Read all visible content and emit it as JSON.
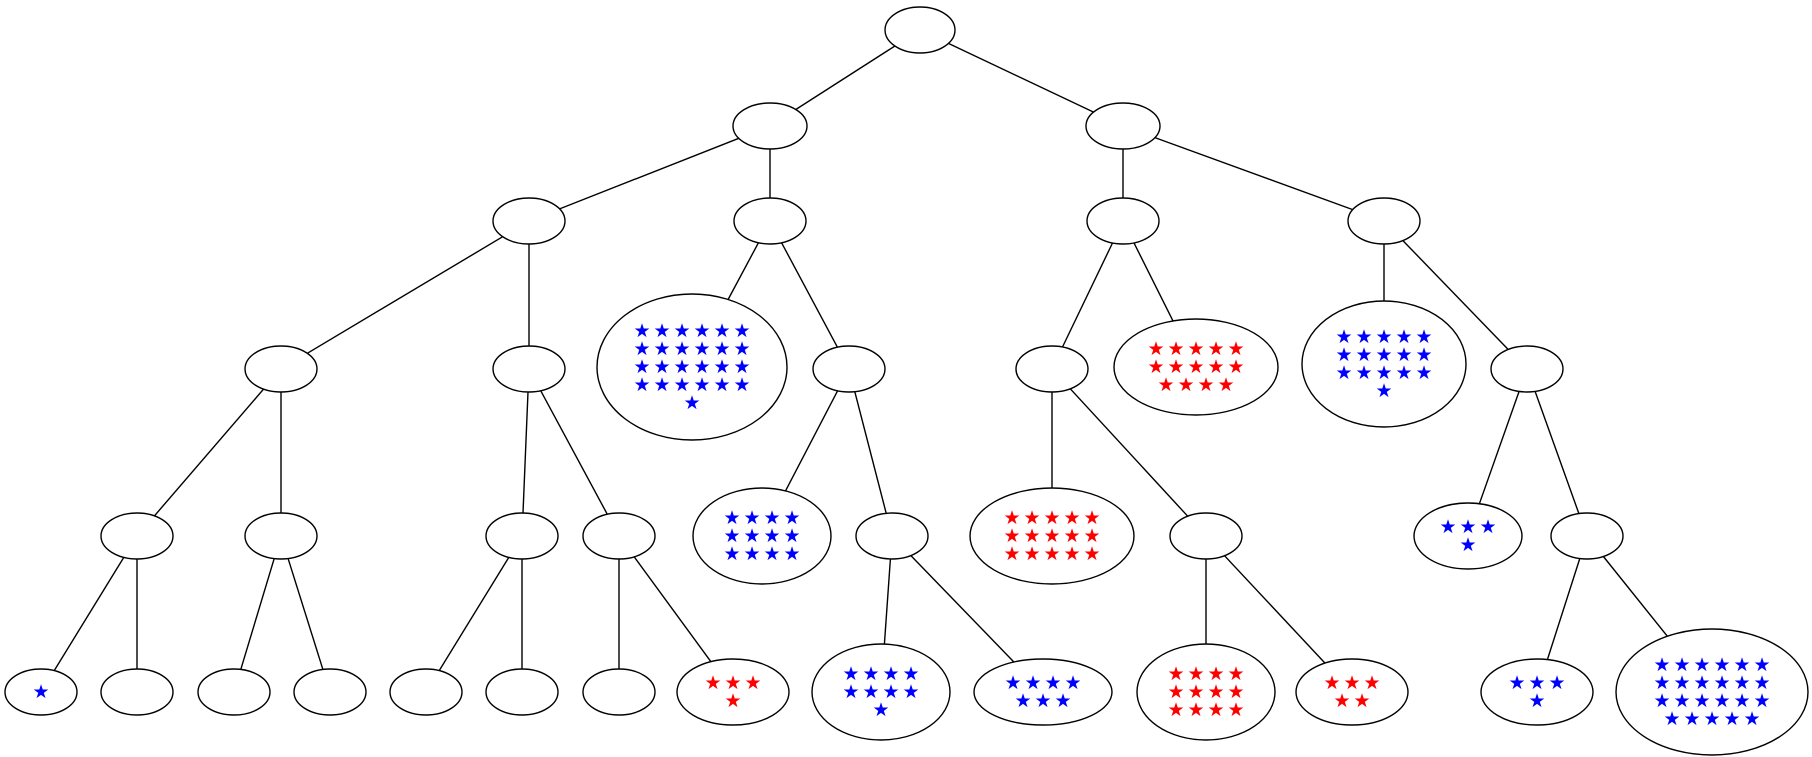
{
  "colors": {
    "blue": "#0000ff",
    "red": "#ff0000",
    "line": "#000000"
  },
  "star_glyph": "★",
  "nodes": [
    {
      "id": "n0"
    },
    {
      "id": "n1",
      "parent": "n0"
    },
    {
      "id": "n2",
      "parent": "n0"
    },
    {
      "id": "n3",
      "parent": "n1"
    },
    {
      "id": "n4",
      "parent": "n1"
    },
    {
      "id": "n5",
      "parent": "n2"
    },
    {
      "id": "n6",
      "parent": "n2"
    },
    {
      "id": "n7",
      "parent": "n3"
    },
    {
      "id": "n8",
      "parent": "n3"
    },
    {
      "id": "n9",
      "parent": "n4",
      "stars": 25,
      "color": "blue"
    },
    {
      "id": "n10",
      "parent": "n4"
    },
    {
      "id": "n11",
      "parent": "n5"
    },
    {
      "id": "n12",
      "parent": "n5",
      "stars": 14,
      "color": "red"
    },
    {
      "id": "n13",
      "parent": "n6",
      "stars": 16,
      "color": "blue"
    },
    {
      "id": "n14",
      "parent": "n6"
    },
    {
      "id": "n15",
      "parent": "n7"
    },
    {
      "id": "n16",
      "parent": "n7"
    },
    {
      "id": "n17",
      "parent": "n8"
    },
    {
      "id": "n18",
      "parent": "n8"
    },
    {
      "id": "n19",
      "parent": "n10",
      "stars": 12,
      "color": "blue"
    },
    {
      "id": "n20",
      "parent": "n10"
    },
    {
      "id": "n21",
      "parent": "n11",
      "stars": 15,
      "color": "red"
    },
    {
      "id": "n22",
      "parent": "n11"
    },
    {
      "id": "n23",
      "parent": "n14",
      "stars": 4,
      "color": "blue"
    },
    {
      "id": "n24",
      "parent": "n14"
    },
    {
      "id": "n25",
      "parent": "n15",
      "stars": 1,
      "color": "blue"
    },
    {
      "id": "n26",
      "parent": "n15"
    },
    {
      "id": "n27",
      "parent": "n16"
    },
    {
      "id": "n28",
      "parent": "n16"
    },
    {
      "id": "n29",
      "parent": "n17"
    },
    {
      "id": "n30",
      "parent": "n17"
    },
    {
      "id": "n31",
      "parent": "n18"
    },
    {
      "id": "n32",
      "parent": "n18",
      "stars": 4,
      "color": "red"
    },
    {
      "id": "n33",
      "parent": "n20",
      "stars": 9,
      "color": "blue"
    },
    {
      "id": "n34",
      "parent": "n20",
      "stars": 7,
      "color": "blue"
    },
    {
      "id": "n35",
      "parent": "n22",
      "stars": 12,
      "color": "red"
    },
    {
      "id": "n36",
      "parent": "n22",
      "stars": 5,
      "color": "red"
    },
    {
      "id": "n37",
      "parent": "n24",
      "stars": 4,
      "color": "blue"
    },
    {
      "id": "n38",
      "parent": "n24",
      "stars": 23,
      "color": "blue"
    }
  ]
}
